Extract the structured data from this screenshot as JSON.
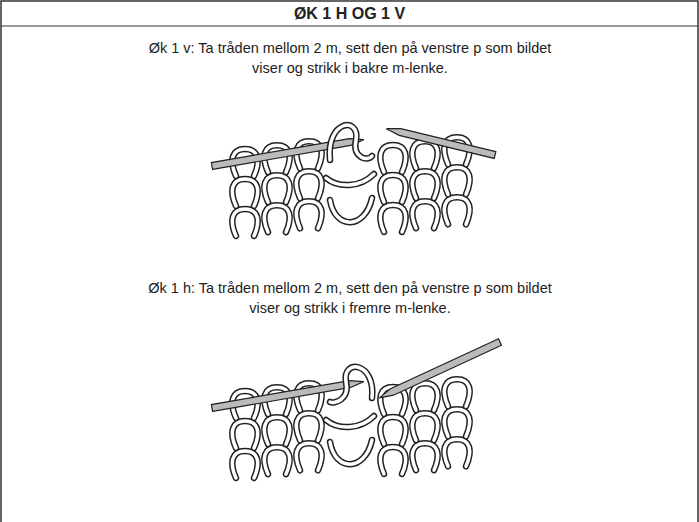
{
  "diagram": {
    "title": "ØK 1 H OG 1 V",
    "labels": [
      "Øk 1 v: Ta tråden mellom 2 m, sett den på venstre p som bildet viser og strikk i bakre m-lenke.",
      "Øk 1 h: Ta tråden mellom 2 m, sett den på venstre p som bildet viser og strikk i fremre m-lenke."
    ]
  }
}
